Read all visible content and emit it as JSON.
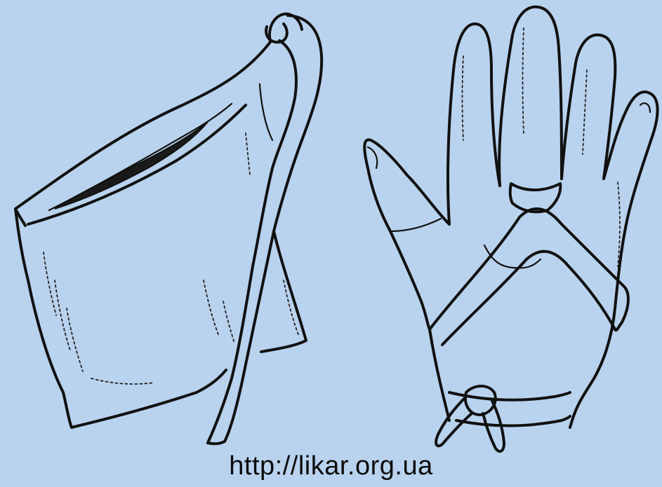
{
  "caption": {
    "url_text": "http://likar.org.ua"
  },
  "colors": {
    "background": "#b9d3ee",
    "ink": "#111111"
  },
  "figures": [
    {
      "name": "folded-triangular-bandage"
    },
    {
      "name": "hand-with-bandage"
    }
  ]
}
